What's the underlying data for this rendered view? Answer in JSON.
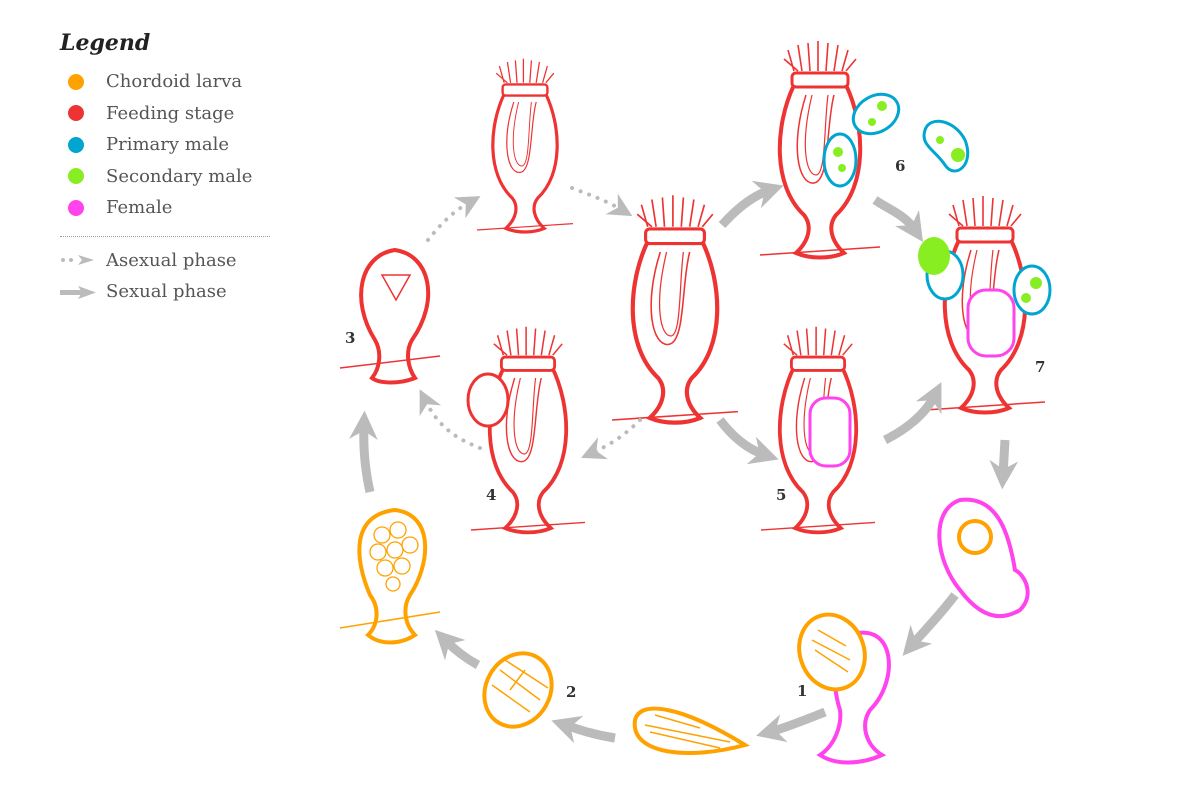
{
  "legend": {
    "title": "Legend",
    "items": [
      {
        "label": "Chordoid larva",
        "color": "#ffa200"
      },
      {
        "label": "Feeding stage",
        "color": "#ee3333"
      },
      {
        "label": "Primary male",
        "color": "#00a6d0"
      },
      {
        "label": "Secondary male",
        "color": "#88ee22"
      },
      {
        "label": "Female",
        "color": "#ff44ee"
      }
    ],
    "phases": [
      {
        "label": "Asexual phase",
        "style": "dotted-arrow"
      },
      {
        "label": "Sexual phase",
        "style": "solid-arrow"
      }
    ],
    "arrow_color": "#bbbbbb"
  },
  "stage_labels": [
    "1",
    "2",
    "3",
    "4",
    "5",
    "6",
    "7"
  ]
}
